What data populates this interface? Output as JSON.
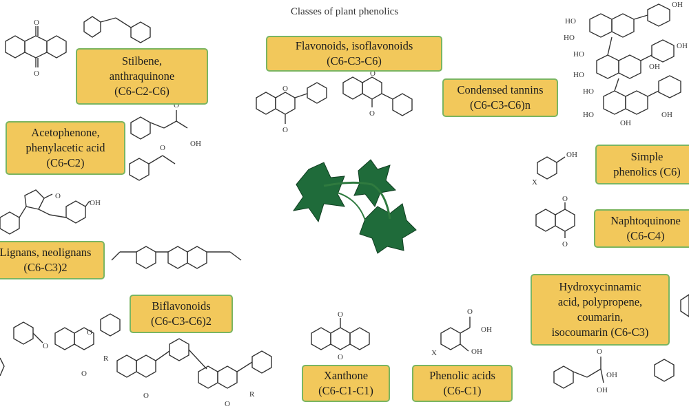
{
  "title": "Classes of plant phenolics",
  "boxes": {
    "stilbene": {
      "line1": "Stilbene,",
      "line2": "anthraquinone",
      "formula": "(C6-C2-C6)"
    },
    "flavonoids": {
      "line1": "Flavonoids, isoflavonoids",
      "formula": "(C6-C3-C6)"
    },
    "tannins": {
      "line1": "Condensed tannins",
      "formula": "(C6-C3-C6)n"
    },
    "acetophenone": {
      "line1": "Acetophenone,",
      "line2": "phenylacetic acid",
      "formula": "(C6-C2)"
    },
    "simple": {
      "line1": "Simple",
      "line2": "phenolics (C6)"
    },
    "naphtoquinone": {
      "line1": "Naphtoquinone",
      "formula": "(C6-C4)"
    },
    "lignans": {
      "line1": "Lignans, neolignans",
      "formula": "(C6-C3)2"
    },
    "biflavonoids": {
      "line1": "Biflavonoids",
      "formula": "(C6-C3-C6)2"
    },
    "hydroxy": {
      "line1": "Hydroxycinnamic",
      "line2": "acid, polypropene,",
      "line3": "coumarin,",
      "line4": "isocoumarin (C6-C3)"
    },
    "xanthone": {
      "line1": "Xanthone",
      "formula": "(C6-C1-C1)"
    },
    "phenolic_acids": {
      "line1": "Phenolic acids",
      "formula": "(C6-C1)"
    }
  },
  "labels": {
    "oh": "OH",
    "ho": "HO",
    "o": "O",
    "x": "X",
    "r": "R"
  },
  "colors": {
    "box_fill": "#f2c85b",
    "box_border": "#7ab561",
    "leaf": "#1f6b3a"
  },
  "icons": {
    "center": "ivy-leaf-icon"
  }
}
